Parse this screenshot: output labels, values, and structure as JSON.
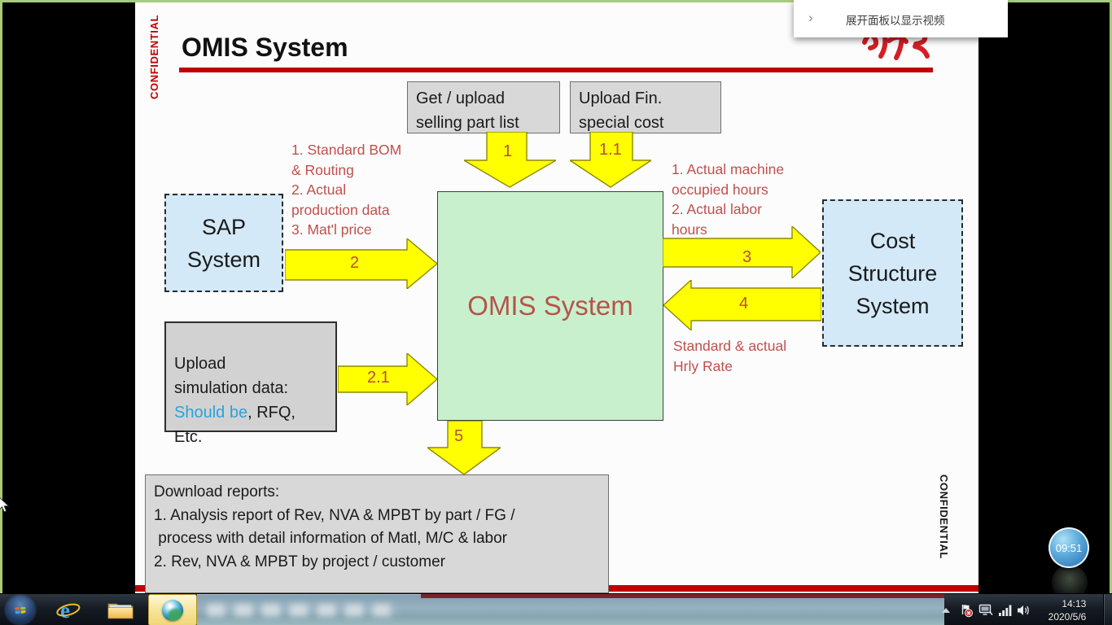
{
  "slide": {
    "title": "OMIS System",
    "confidential": "CONFIDENTIAL",
    "boxes": {
      "get_upload": "Get / upload\nselling part list",
      "upload_fin": "Upload Fin.\nspecial cost",
      "sap": "SAP\nSystem",
      "omis": "OMIS System",
      "cost": "Cost\nStructure\nSystem",
      "upload_sim_prefix": "Upload\nsimulation data:\n",
      "upload_sim_highlight": "Should be",
      "upload_sim_suffix": ", RFQ,\nEtc.",
      "download": "Download reports:\n1. Analysis report of Rev, NVA & MPBT by part / FG /\n process with detail information of Matl, M/C & labor\n2. Rev, NVA & MPBT by project / customer"
    },
    "annotations": {
      "sap_to_omis": "1. Standard BOM\n& Routing\n2. Actual\nproduction data\n3. Mat'l price",
      "omis_to_cost": "1. Actual machine\noccupied hours\n2. Actual labor\nhours",
      "cost_to_omis": "Standard & actual\nHrly Rate"
    },
    "arrow_labels": {
      "a1": "1",
      "a11": "1.1",
      "a2": "2",
      "a21": "2.1",
      "a3": "3",
      "a4": "4",
      "a5": "5"
    },
    "colors": {
      "accent_red": "#c00000",
      "annotation_red": "#c0504d",
      "arrow_yellow": "#ffff00",
      "box_blue": "#d3e9f8",
      "box_green": "#c9f0cd",
      "box_gray": "#d8d8d8",
      "highlight_blue": "#29a3dd"
    }
  },
  "overlay": {
    "expand_chevron": "›",
    "expand_label": "展开面板以显示视频",
    "timer": "09:51"
  },
  "taskbar": {
    "time": "14:13",
    "date": "2020/5/6"
  }
}
